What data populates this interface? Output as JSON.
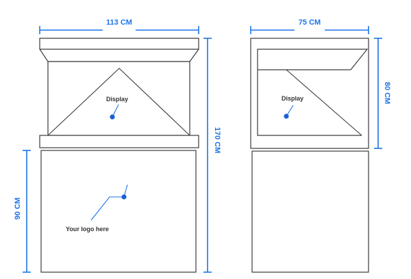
{
  "front": {
    "width_label": "113 CM",
    "total_height_label": "170 CM",
    "base_height_label": "90 CM",
    "display_label": "Display",
    "logo_label": "Your logo here"
  },
  "side": {
    "width_label": "75 CM",
    "top_height_label": "80 CM",
    "display_label": "Display"
  },
  "colors": {
    "dimension": "#1a73e8",
    "outline": "#3a3a3a",
    "marker": "#1a5fd6"
  }
}
